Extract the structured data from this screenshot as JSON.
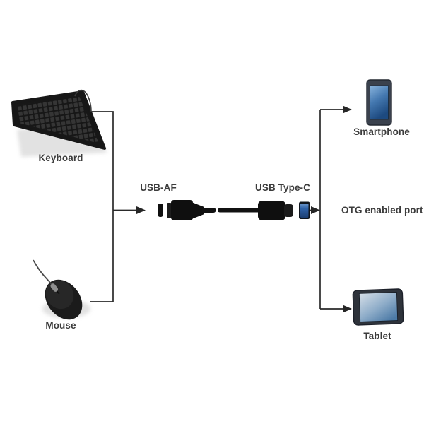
{
  "diagram": {
    "title_hint": "USB OTG adapter cable connection diagram",
    "background": "#ffffff",
    "line_color": "#2a2a2a",
    "text_color": "#3c3c3c",
    "sources": [
      {
        "id": "keyboard",
        "label": "Keyboard",
        "icon": "keyboard-icon"
      },
      {
        "id": "mouse",
        "label": "Mouse",
        "icon": "mouse-icon"
      }
    ],
    "cable": {
      "left_label": "USB-AF",
      "right_label": "USB Type-C"
    },
    "port_note": "OTG enabled port",
    "targets": [
      {
        "id": "smartphone",
        "label": "Smartphone",
        "icon": "smartphone-icon"
      },
      {
        "id": "tablet",
        "label": "Tablet",
        "icon": "tablet-icon"
      }
    ],
    "colors": {
      "usb3_port_blue": "#2f62a8",
      "connector_black": "#101010",
      "phone_screen_top": "#8ab5de",
      "phone_screen_bottom": "#1d4a80",
      "tablet_screen_light": "#d6dfe8",
      "tablet_screen_dark": "#4c7aa6"
    }
  }
}
